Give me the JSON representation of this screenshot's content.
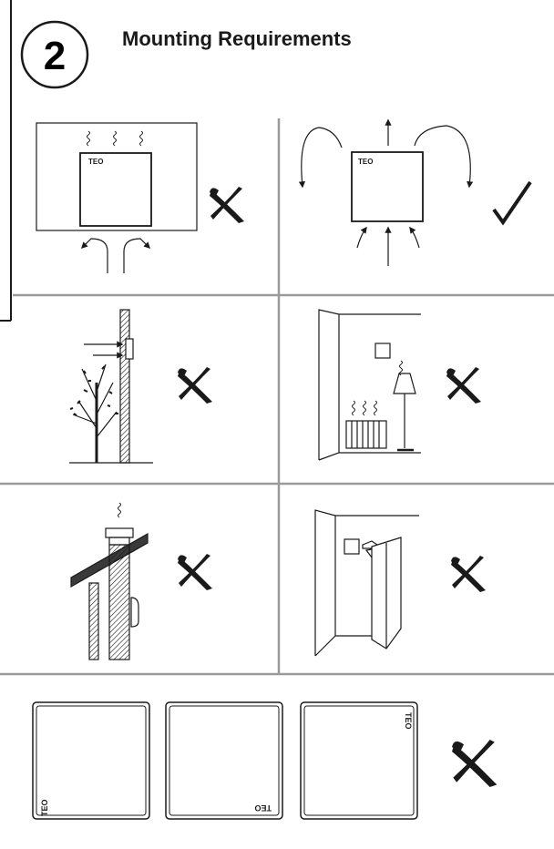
{
  "header": {
    "step_number": "2",
    "title": "Mounting Requirements"
  },
  "device_label": "TEO",
  "scenarios": [
    {
      "id": "obstructed-airflow",
      "verdict": "cross"
    },
    {
      "id": "free-airflow",
      "verdict": "check"
    },
    {
      "id": "exterior-wall",
      "verdict": "cross"
    },
    {
      "id": "near-radiator-lamp",
      "verdict": "cross"
    },
    {
      "id": "near-chimney",
      "verdict": "cross"
    },
    {
      "id": "behind-door",
      "verdict": "cross"
    },
    {
      "id": "wrong-orientation",
      "verdict": "cross"
    }
  ],
  "colors": {
    "line": "#1a1a1a",
    "divider": "#9a9a9a"
  }
}
